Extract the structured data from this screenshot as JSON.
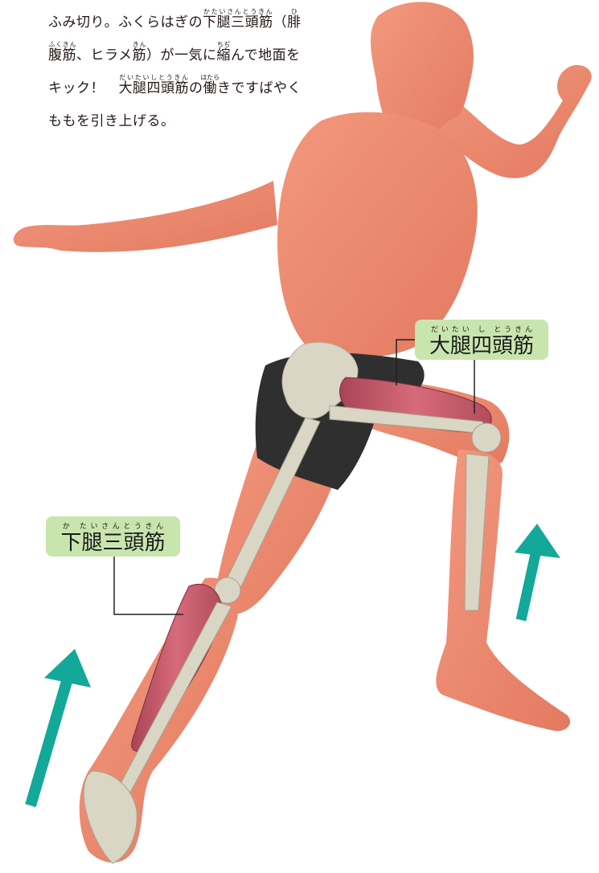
{
  "caption": {
    "line1": {
      "pre": "ふみ切り。ふくらはぎの",
      "ruby1_base": "下腿三頭筋",
      "ruby1_reading": "かたいさんとうきん",
      "mid": "（",
      "ruby2_base": "腓",
      "ruby2_reading": "ひ"
    },
    "line2": {
      "ruby1_base": "腹筋",
      "ruby1_reading": "ふくきん",
      "mid1": "、ヒラメ",
      "ruby2_base": "筋",
      "ruby2_reading": "きん",
      "mid2": "）が一気に",
      "ruby3_base": "縮",
      "ruby3_reading": "ちぢ",
      "post": "んで地面を"
    },
    "line3": {
      "pre": "キック！　",
      "ruby1_base": "大腿四頭筋",
      "ruby1_reading": "だいたいしとうきん",
      "mid": "の",
      "ruby2_base": "働",
      "ruby2_reading": "はたら",
      "post": "きですばやく"
    },
    "line4": {
      "text": "ももを引き上げる。"
    }
  },
  "labels": {
    "quadriceps": {
      "base": "大腿四頭筋",
      "reading": "だいたい し とうきん"
    },
    "calf": {
      "base": "下腿三頭筋",
      "reading": "か たいさんとうきん"
    }
  },
  "colors": {
    "skin": "#ee8a70",
    "skin_shadow": "#d96e55",
    "bone": "#d9d6c6",
    "muscle": "#c8596a",
    "shorts": "#2f2f2f",
    "label_bg": "#c9e5ae",
    "arrow": "#13a89a"
  },
  "arrows": {
    "direction": "up",
    "count": 2
  }
}
